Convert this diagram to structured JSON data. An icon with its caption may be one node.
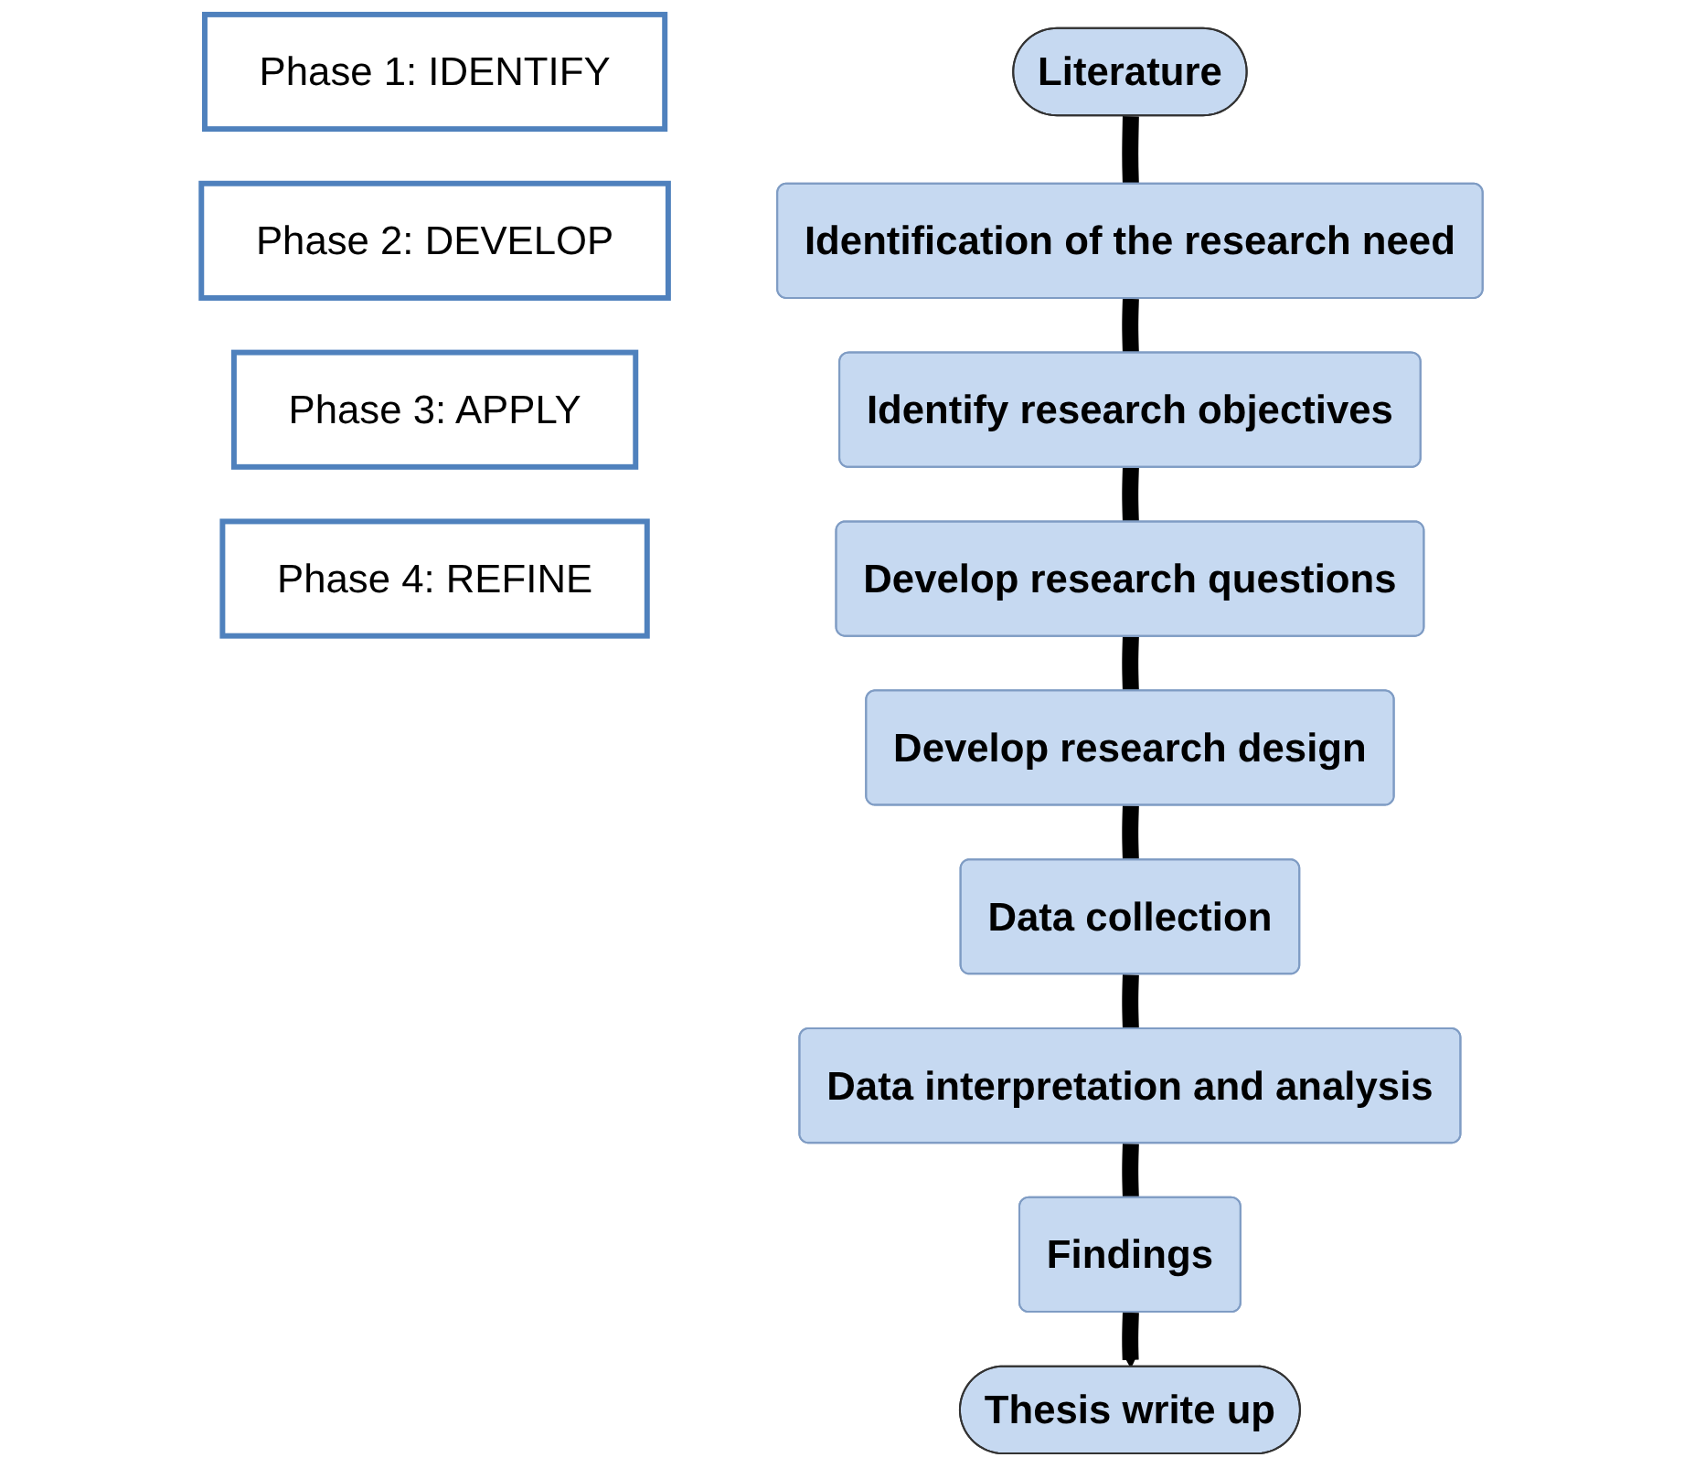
{
  "diagram": {
    "nodes": [
      {
        "text": [
          "Phase 1: IDENTIFY"
        ]
      },
      {
        "text": [
          "Phase 2: DEVELOP"
        ]
      },
      {
        "text": [
          "Phase 3: APPLY"
        ]
      },
      {
        "text": [
          "Phase 4: REFINE"
        ]
      },
      {
        "text": [
          "Literature"
        ]
      },
      {
        "text": [
          "Identification of the research need"
        ]
      },
      {
        "text": [
          "Identify research objectives"
        ]
      },
      {
        "text": [
          "Develop research questions"
        ]
      },
      {
        "text": [
          "Develop research design"
        ]
      },
      {
        "text": [
          "Data collection"
        ]
      },
      {
        "text": [
          "Data interpretation and analysis"
        ]
      },
      {
        "text": [
          "Findings"
        ]
      },
      {
        "text": [
          "Thesis write up"
        ]
      }
    ],
    "edges": [
      {
        "from": 4,
        "to": 5,
        "arrow": "none"
      },
      {
        "from": 5,
        "to": 6,
        "arrow": "none"
      },
      {
        "from": 6,
        "to": 7,
        "arrow": "none"
      },
      {
        "from": 7,
        "to": 8,
        "arrow": "none"
      },
      {
        "from": 8,
        "to": 9,
        "arrow": "none"
      },
      {
        "from": 9,
        "to": 10,
        "arrow": "none"
      },
      {
        "from": 10,
        "to": 11,
        "arrow": "none"
      },
      {
        "from": 11,
        "to": 12,
        "arrow": "to"
      }
    ]
  }
}
